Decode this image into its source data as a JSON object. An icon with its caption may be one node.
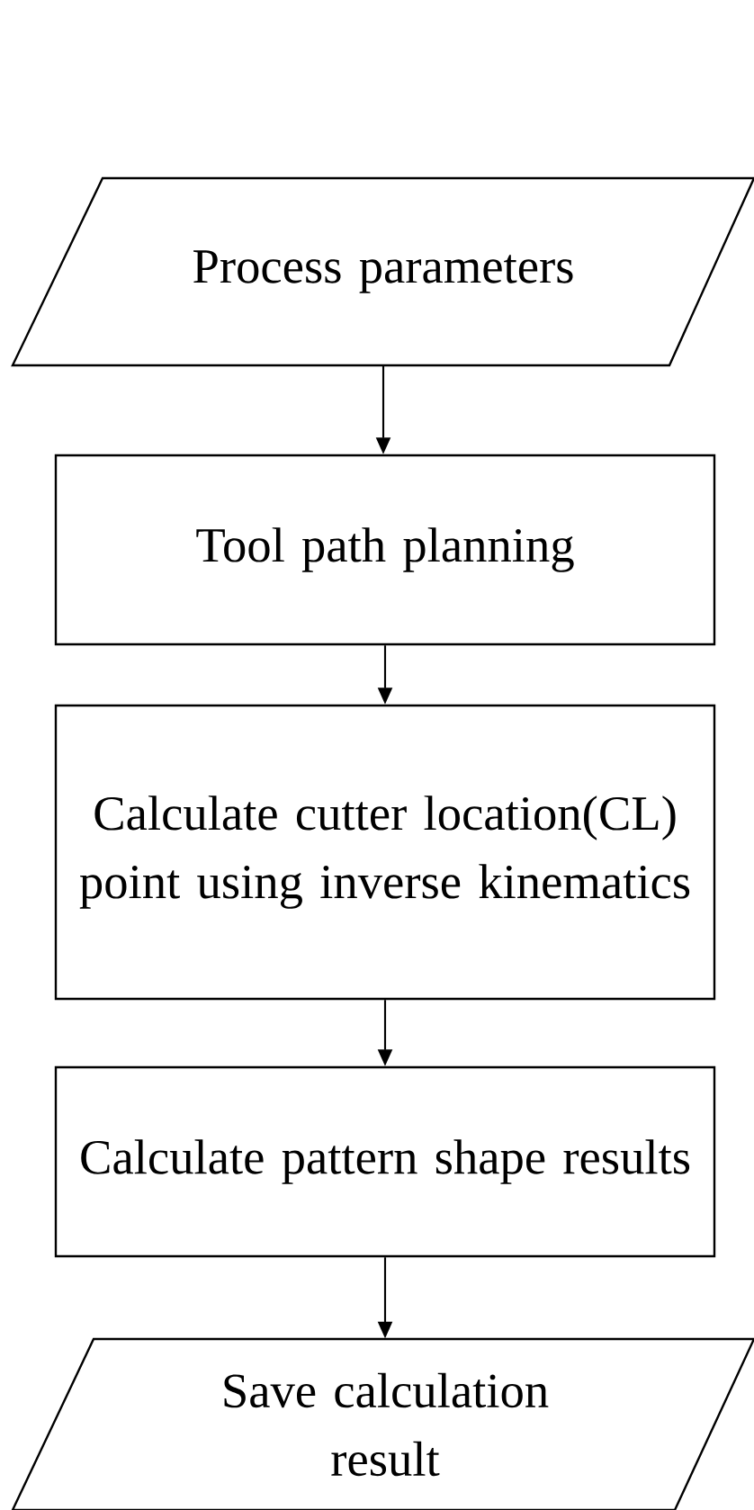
{
  "diagram": {
    "nodes": [
      {
        "text": [
          "Process parameters"
        ]
      },
      {
        "text": [
          "Tool path planning"
        ]
      },
      {
        "text": [
          "Calculate cutter location(CL) point using inverse kinematics"
        ]
      },
      {
        "text": [
          "Calculate pattern shape results"
        ]
      },
      {
        "text": [
          "Save calculation result"
        ]
      }
    ],
    "edges": [
      {
        "from": 0,
        "to": 1,
        "arrow": "to"
      },
      {
        "from": 1,
        "to": 2,
        "arrow": "to"
      },
      {
        "from": 2,
        "to": 3,
        "arrow": "to"
      },
      {
        "from": 3,
        "to": 4,
        "arrow": "to"
      }
    ]
  }
}
